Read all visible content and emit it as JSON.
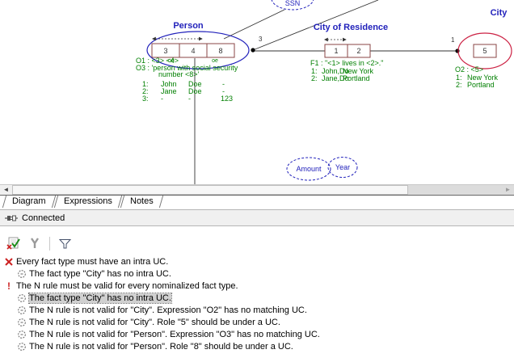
{
  "diagram": {
    "ssn": {
      "label": "SSN"
    },
    "person": {
      "title": "Person",
      "roles": [
        "3",
        "4",
        "8"
      ],
      "role_marks": [
        "oe",
        "oe"
      ],
      "connector_label": "3",
      "expr_o1": "O1 : <3> <4>",
      "expr_o3_line1": "O3 : 'person with social security",
      "expr_o3_line2": "number <8>'",
      "rows": [
        [
          "1:",
          "John",
          "Doe",
          "-"
        ],
        [
          "2:",
          "Jane",
          "Doe",
          "-"
        ],
        [
          "3:",
          "-",
          "-",
          "123"
        ]
      ]
    },
    "city_of_residence": {
      "title": "City of Residence",
      "roles": [
        "1",
        "2"
      ],
      "expr_f1": "F1 : \"<1> lives in <2>.\"",
      "rows": [
        [
          "1:",
          "John,Do",
          "New York"
        ],
        [
          "2:",
          "Jane,Do",
          "Portland"
        ]
      ]
    },
    "city": {
      "title": "City",
      "role": "5",
      "connector_label": "1",
      "expr_o2": "O2 : <5>",
      "rows": [
        [
          "1:",
          "New York"
        ],
        [
          "2:",
          "Portland"
        ]
      ]
    },
    "amount": {
      "label": "Amount"
    },
    "year": {
      "label": "Year"
    }
  },
  "tabs": [
    "Diagram",
    "Expressions",
    "Notes"
  ],
  "statusbar": {
    "connection": "Connected"
  },
  "icons": {
    "scroll_left": "◄",
    "scroll_right": "►"
  },
  "colors": {
    "entity_blue": "#2222bb",
    "entity_red": "#cc2244",
    "role_box_border": "#884444",
    "expression_green": "#007f00",
    "error_red": "#cc2222"
  },
  "validation": {
    "items": [
      {
        "severity": "error",
        "text": "Every fact type must have an intra UC."
      },
      {
        "severity": "rule",
        "text": "The fact type \"City\" has no intra UC."
      },
      {
        "severity": "warning",
        "text": "The N rule must be valid for every nominalized fact type."
      },
      {
        "severity": "rule",
        "text": "The fact type \"City\" has no intra UC.",
        "selected": true
      },
      {
        "severity": "rule",
        "text": "The N rule is not valid for \"City\". Expression \"O2\" has no matching UC."
      },
      {
        "severity": "rule",
        "text": "The N rule is not valid for \"City\". Role \"5\" should be under a UC."
      },
      {
        "severity": "rule",
        "text": "The N rule is not valid for \"Person\". Expression \"O3\" has no matching UC."
      },
      {
        "severity": "rule",
        "text": "The N rule is not valid for \"Person\". Role \"8\" should be under a UC."
      }
    ]
  }
}
